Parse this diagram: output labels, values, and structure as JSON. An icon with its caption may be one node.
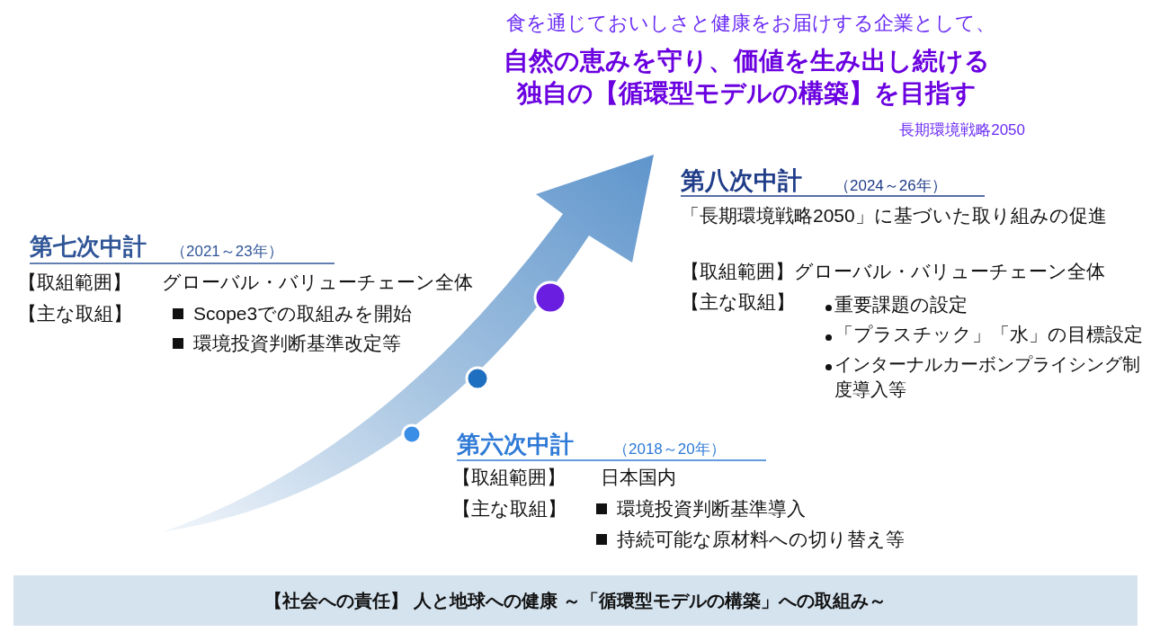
{
  "diagram": {
    "nodes": [
      {
        "text": [
          "【社会への責任】 人と地球への健康 ～「循環型モデルの構築」への取組み～"
        ]
      }
    ],
    "labels": [
      "食を通じておいしさと健康をお届けする企業として、",
      "自然の恵みを守り、価値を生み出し続ける",
      "独自の【循環型モデルの構築】を目指す",
      "長期環境戦略2050",
      "第八次中計",
      "（2024～26年）",
      "「長期環境戦略2050」に基づいた取り組みの促進",
      "【取組範囲】グローバル・バリューチェーン全体",
      "【主な取組】",
      "重要課題の設定",
      "「プラスチック」「水」の目標設定",
      "インターナルカーボンプライシング制度導入等",
      "第七次中計",
      "（2021～23年）",
      "【取組範囲】",
      "グローバル・バリューチェーン全体",
      "【主な取組】",
      "Scope3での取組みを開始",
      "環境投資判断基準改定等",
      "第六次中計",
      "（2018～20年）",
      "【取組範囲】",
      "日本国内",
      "【主な取組】",
      "環境投資判断基準導入",
      "持続可能な原材料への切り替え等"
    ]
  }
}
